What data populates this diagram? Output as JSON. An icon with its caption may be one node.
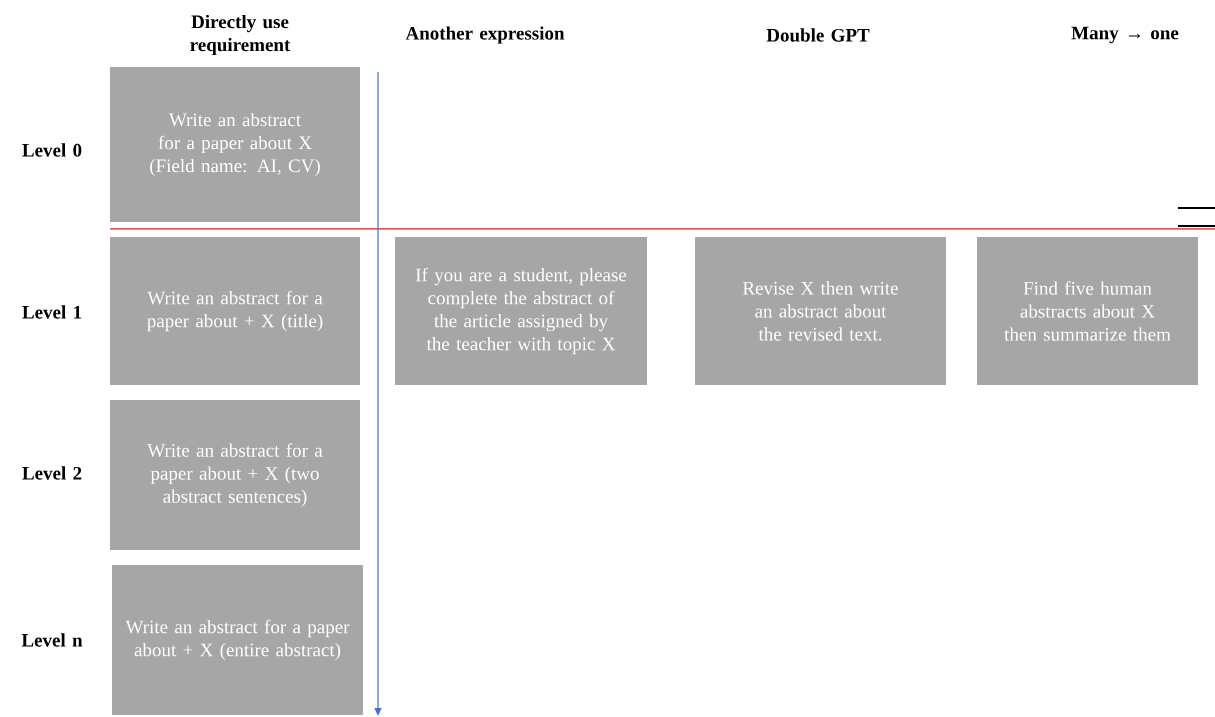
{
  "diagram": {
    "nodes": [
      {
        "text": [
          "Write an abstract for a paper about X (Field name: AI, CV)"
        ]
      },
      {
        "text": [
          "Write an abstract for a paper about + X (title)"
        ]
      },
      {
        "text": [
          "If you are a student, please complete the abstract of the article assigned by the teacher with topic X"
        ]
      },
      {
        "text": [
          "Revise X then write an abstract about the revised text."
        ]
      },
      {
        "text": [
          "Find five human abstracts about X then summarize them"
        ]
      },
      {
        "text": [
          "Write an abstract for a paper about + X (two abstract sentences)"
        ]
      },
      {
        "text": [
          "Write an abstract for a paper about + X (entire abstract)"
        ]
      }
    ],
    "labels": [
      "Directly use requirement",
      "Another expression",
      "Double GPT",
      "Many → one",
      "Level 0",
      "Level 1",
      "Level 2",
      "Level n"
    ]
  }
}
